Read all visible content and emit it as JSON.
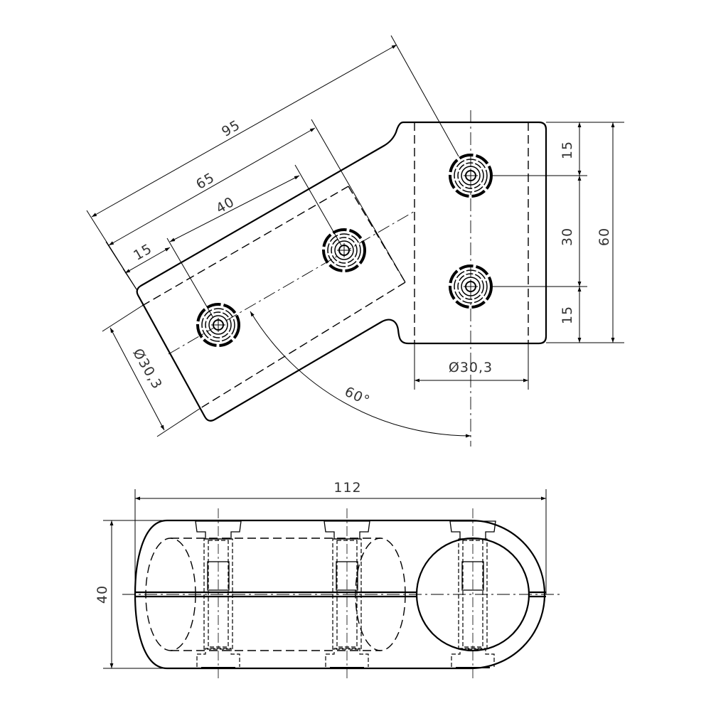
{
  "drawing": {
    "top_view": {
      "dim_95": "95",
      "dim_65": "65",
      "dim_40": "40",
      "dim_15_arm": "15",
      "dim_arm_diameter": "Ø30,3",
      "dim_angle": "60°",
      "dim_right_diameter": "Ø30,3",
      "dim_15_top": "15",
      "dim_30": "30",
      "dim_15_bottom": "15",
      "dim_60": "60"
    },
    "side_view": {
      "dim_112": "112",
      "dim_40": "40"
    },
    "colors": {
      "line": "#000000",
      "text": "#333333",
      "background": "#ffffff"
    }
  }
}
